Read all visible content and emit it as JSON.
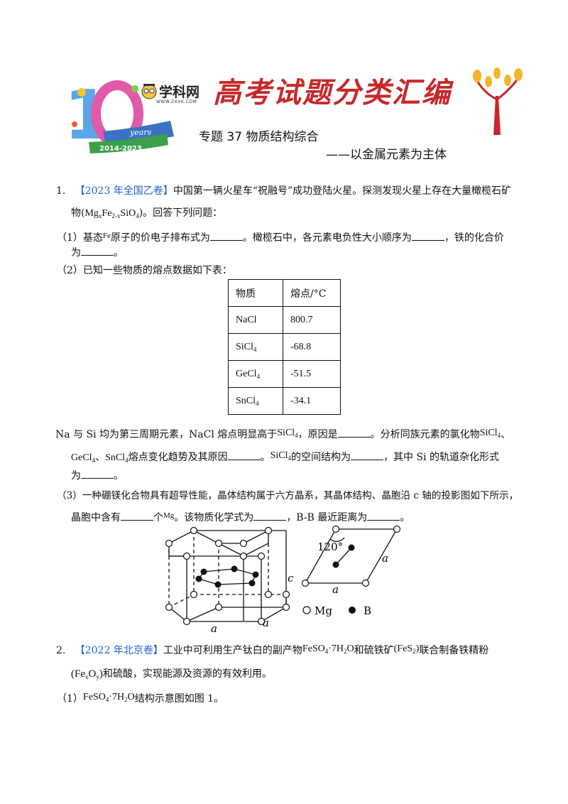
{
  "header": {
    "logo_text": "学科网",
    "logo_url": "WWW.ZXXK.COM",
    "years_text": "years",
    "years_range": "2014-2023",
    "calligraphy_title": "高考试题分类汇编",
    "topic_line1": "专题 37    物质结构综合",
    "topic_line2": "——以金属元素为主体"
  },
  "q1": {
    "num": "1.",
    "source": "【2023 年全国乙卷】",
    "stem_a": "中国第一辆火星车“祝融号”成功登陆火星。探测发现火星上存在大量橄榄石矿",
    "stem_b_pre": "物(",
    "formula_olivine": "Mg",
    "stem_b_post": ")。回答下列问题：",
    "p1_a": "（1）基态",
    "p1_fe": "Fe",
    "p1_b": "原子的价电子排布式为",
    "p1_c": "。橄榄石中，各元素电负性大小顺序为",
    "p1_d": "，铁的化合价",
    "p1_e": "为",
    "p1_f": "。",
    "p2": "（2）已知一些物质的熔点数据如下表：",
    "table_headers": [
      "物质",
      "熔点/°C"
    ],
    "table_rows": [
      [
        "NaCl",
        "800.7"
      ],
      [
        "SiCl4",
        "-68.8"
      ],
      [
        "GeCl4",
        "-51.5"
      ],
      [
        "SnCl4",
        "-34.1"
      ]
    ],
    "p2_l1_a": "Na 与 Si 均为第三周期元素，NaCl 熔点明显高于",
    "p2_l1_b": "，原因是",
    "p2_l1_c": "。分析同族元素的氯化物",
    "p2_l1_d": "、",
    "p2_l2_a": "、",
    "p2_l2_b": "熔点变化趋势及其原因",
    "p2_l2_c": "。",
    "p2_l2_d": "的空间结构为",
    "p2_l2_e": "，其中 Si 的轨道杂化形式",
    "p2_l3_a": "为",
    "p2_l3_b": "。",
    "p3_l1": "（3）一种硼镁化合物具有超导性能，晶体结构属于六方晶系，其晶体结构、晶胞沿 c 轴的投影图如下所示，",
    "p3_l2_a": "晶胞中含有",
    "p3_l2_b": "个",
    "p3_l2_mg": "Mg",
    "p3_l2_c": "。该物质化学式为",
    "p3_l2_d": "，B-B 最近距离为",
    "p3_l2_e": "。",
    "diagram_labels": {
      "c": "c",
      "a1": "a",
      "a2": "a",
      "a3": "a",
      "a4": "a",
      "angle": "120°",
      "legend_mg": "Mg",
      "legend_b": "B"
    }
  },
  "q2": {
    "num": "2.",
    "source": "【2022 年北京卷】",
    "l1_a": "工业中可利用生产钛白的副产物",
    "l1_b": "和硫铁矿",
    "l1_c": "联合制备铁精粉",
    "l2_b": "和硫酸，实现能源及资源的有效利用。",
    "l3_a": "（1）",
    "l3_b": "结构示意图如图 1。"
  },
  "colors": {
    "source_blue": "#1a5fd0",
    "title_red": "#c8282a"
  }
}
